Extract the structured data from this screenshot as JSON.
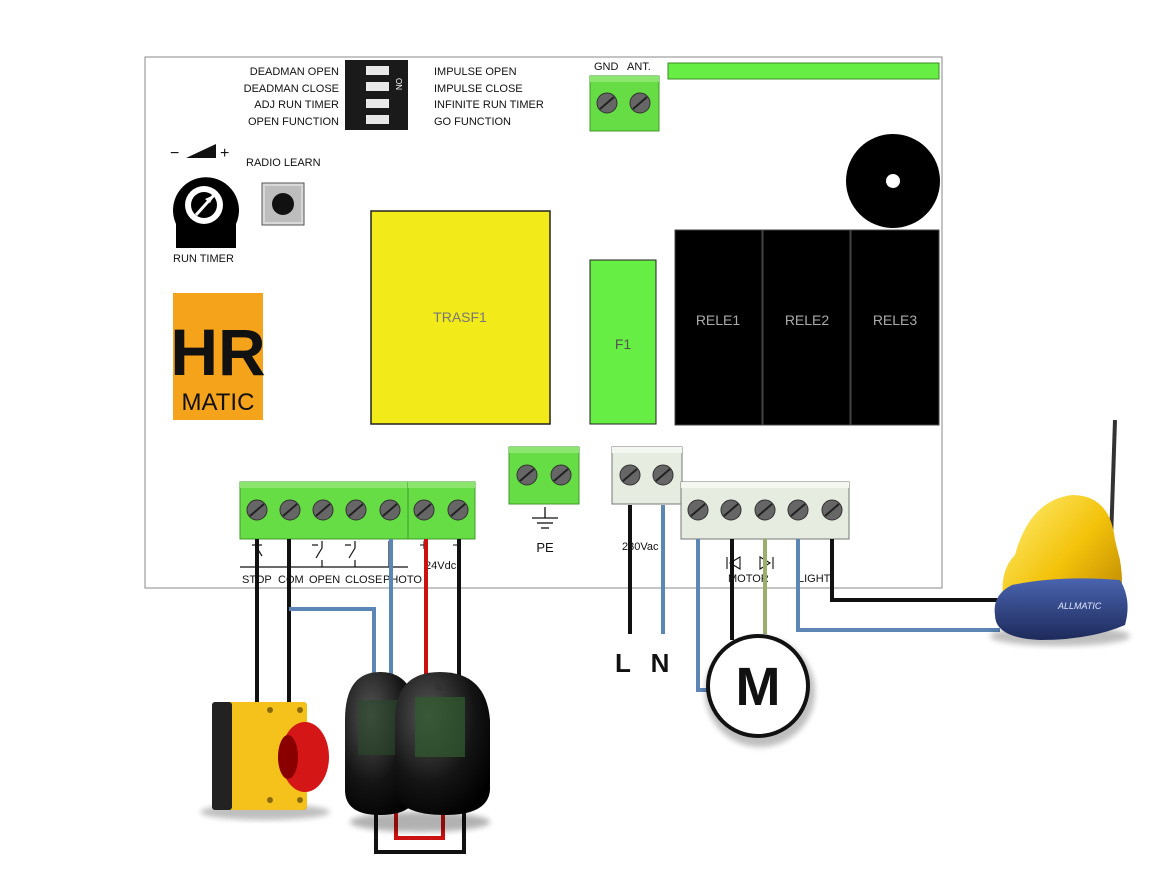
{
  "dip_switch": {
    "left_labels": [
      "DEADMAN OPEN",
      "DEADMAN CLOSE",
      "ADJ RUN TIMER",
      "OPEN FUNCTION"
    ],
    "right_labels": [
      "IMPULSE OPEN",
      "IMPULSE CLOSE",
      "INFINITE RUN TIMER",
      "GO FUNCTION"
    ],
    "on_marker": "ON"
  },
  "antenna_terminal": {
    "labels": [
      "GND",
      "ANT."
    ]
  },
  "trimmer": {
    "minus": "−",
    "plus": "+",
    "label": "RUN TIMER"
  },
  "radio_learn": {
    "label": "RADIO LEARN"
  },
  "logo": {
    "line1": "HR",
    "line2": "MATIC",
    "bg_color": "#f5a31a"
  },
  "components": {
    "transformer": "TRASF1",
    "fuse": "F1",
    "relays": [
      "RELE1",
      "RELE2",
      "RELE3"
    ]
  },
  "pe_terminal": {
    "label": "PE"
  },
  "power_terminal": {
    "label": "230Vac"
  },
  "io_terminal": {
    "labels": [
      "STOP",
      "COM",
      "OPEN",
      "CLOSE",
      "PHOTO",
      "24Vdc"
    ]
  },
  "output_terminal": {
    "labels": [
      "MOTOR",
      "LIGHT"
    ]
  },
  "mains": {
    "line": "L",
    "neutral": "N"
  },
  "motor": {
    "symbol": "M"
  },
  "lamp": {
    "brand": "ALLMATIC"
  },
  "colors": {
    "terminal_green": "#66dd44",
    "terminal_grey": "#e6ece0",
    "transformer_yellow": "#f2ea19",
    "fuse_green": "#66ee44",
    "relay_black": "#000000",
    "wire_blue": "#5b86b5",
    "wire_red": "#cc1111",
    "wire_olive": "#9aaf6a",
    "wire_black": "#111111"
  }
}
